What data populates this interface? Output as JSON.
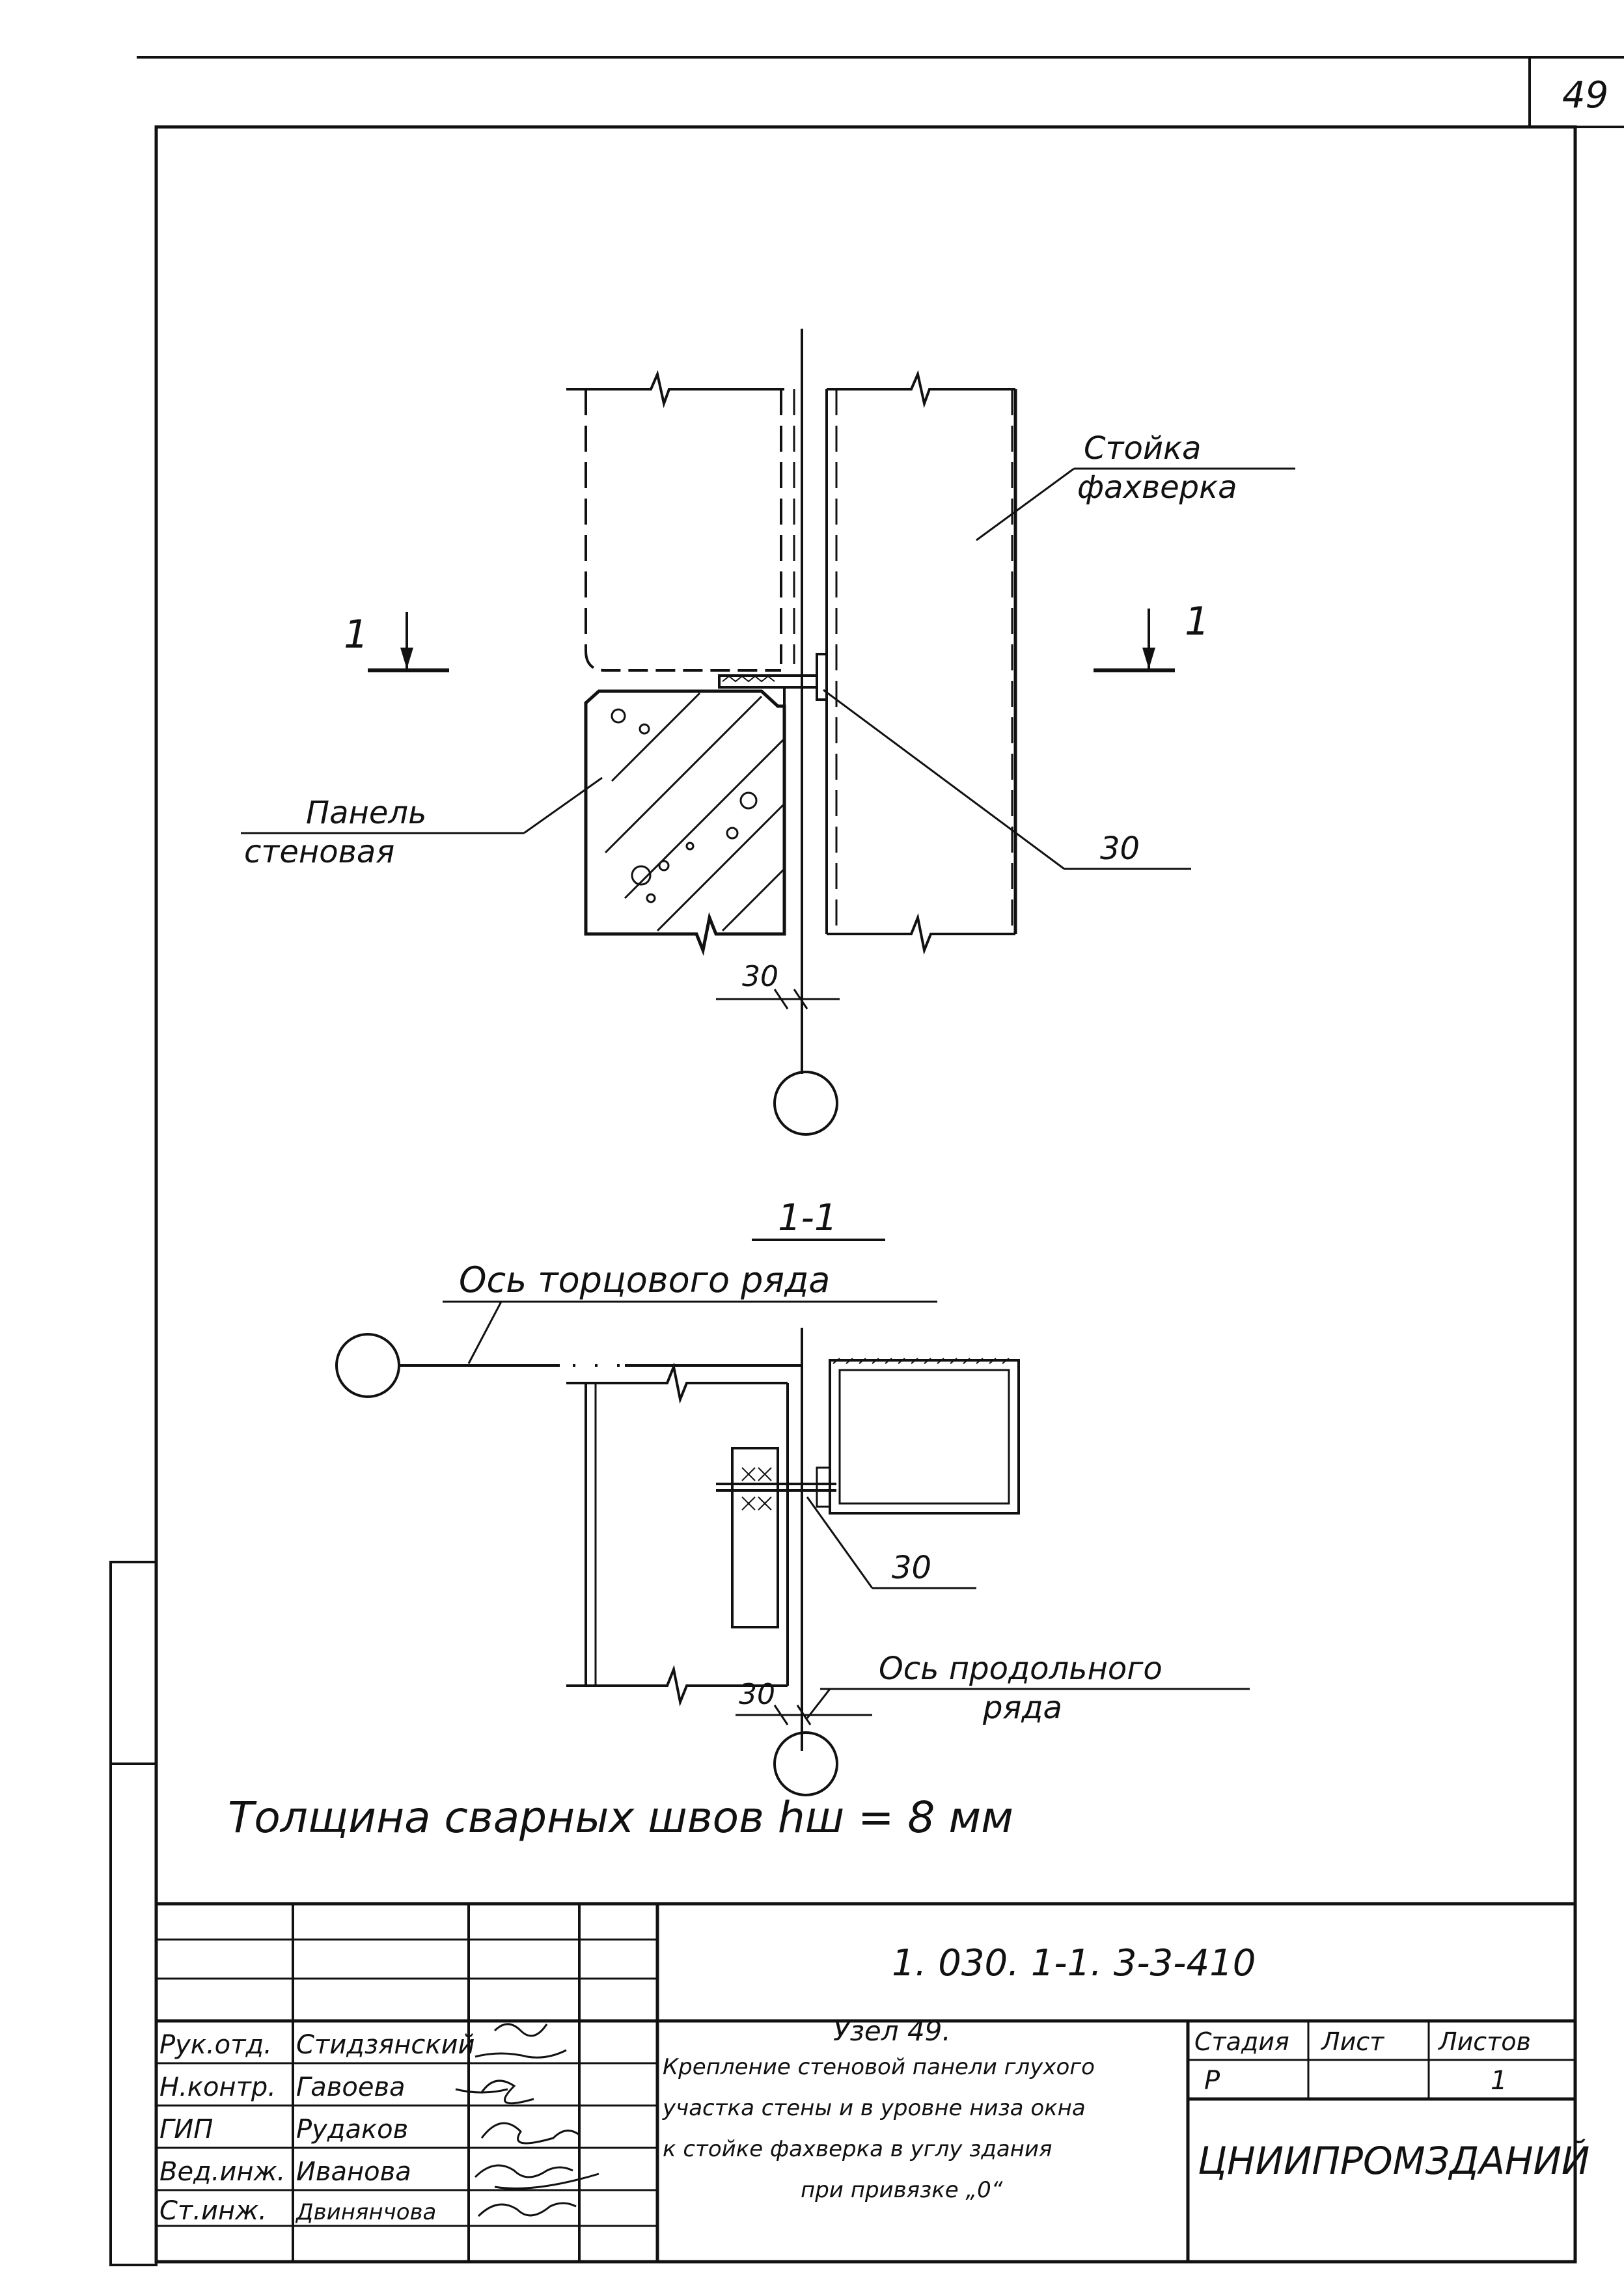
{
  "sheet": {
    "page_number": "49",
    "doc_code": "1. 030. 1-1. 3-3-410",
    "organization": "ЦНИИПРОМЗДАНИЙ"
  },
  "drawing": {
    "elevation": {
      "label_post": [
        "Стойка",
        "фахверка"
      ],
      "label_panel": [
        "Панель",
        "стеновая"
      ],
      "weld_ref": "30",
      "dim_offset": "30",
      "cut_marker": "1"
    },
    "section": {
      "title": "1-1",
      "label_end_axis": "Ось торцового ряда",
      "label_long_axis": [
        "Ось продольного",
        "ряда"
      ],
      "weld_ref": "30",
      "dim_offset": "30"
    },
    "note": "Толщина сварных швов hш = 8 мм"
  },
  "title_block": {
    "roles": [
      "Рук.отд.",
      "Н.контр.",
      "ГИП",
      "Вед.инж.",
      "Ст.инж."
    ],
    "names": [
      "Стидзянский",
      "Гавоева",
      "Рудаков",
      "Иванова",
      "Двинянчова"
    ],
    "title": [
      "Узел 49.",
      "Крепление стеновой панели глухого",
      "участка стены и в уровне низа окна",
      "к стойке фахверка в углу здания",
      "при привязке „0“"
    ],
    "stage_header": "Стадия",
    "sheet_header": "Лист",
    "sheets_header": "Листов",
    "stage_value": "Р",
    "sheet_value": "",
    "sheets_value": "1"
  }
}
